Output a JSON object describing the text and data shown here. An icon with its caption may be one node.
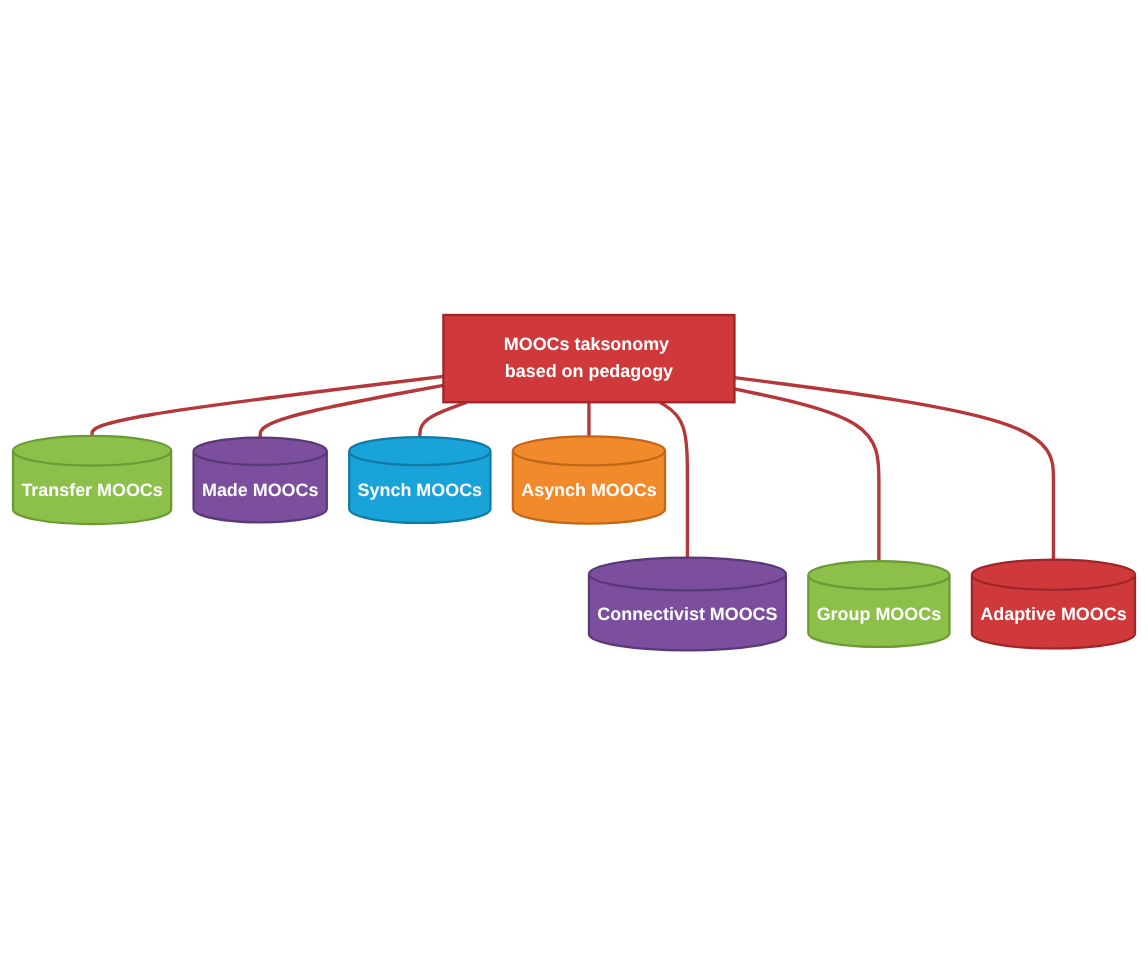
{
  "diagram": {
    "nodes": [
      {
        "text": [
          "Transfer MOOCs"
        ]
      },
      {
        "text": [
          "Connectivist MOOCS"
        ]
      },
      {
        "text": [
          "Made MOOCs"
        ]
      },
      {
        "text": [
          "MOOCs taksonomy based on pedagogy"
        ]
      },
      {
        "text": [
          "Group MOOCs"
        ]
      },
      {
        "text": [
          "Synch MOOCs"
        ]
      },
      {
        "text": [
          "Adaptive MOOCs"
        ]
      },
      {
        "text": [
          "Asynch MOOCs"
        ]
      }
    ],
    "edges": [
      {
        "from": 3,
        "to": 0,
        "arrow": "none"
      },
      {
        "from": 3,
        "to": 1,
        "arrow": "none"
      },
      {
        "from": 3,
        "to": 2,
        "arrow": "none"
      },
      {
        "from": 3,
        "to": 4,
        "arrow": "none"
      },
      {
        "from": 3,
        "to": 5,
        "arrow": "none"
      },
      {
        "from": 3,
        "to": 6,
        "arrow": "none"
      },
      {
        "from": 3,
        "to": 7,
        "arrow": "none"
      }
    ]
  }
}
